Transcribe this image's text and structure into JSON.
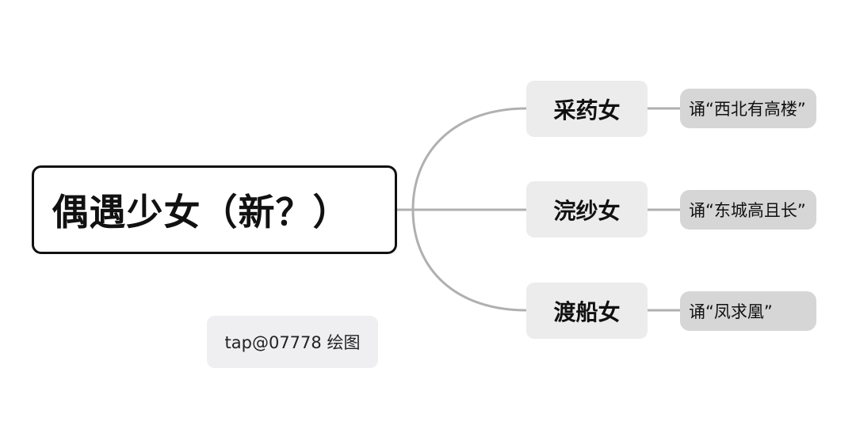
{
  "mindmap": {
    "root": {
      "text": "偶遇少女（新？）"
    },
    "branches": [
      {
        "label": "采药女",
        "leaf": "诵“西北有高楼”"
      },
      {
        "label": "浣纱女",
        "leaf": "诵“东城高且长”"
      },
      {
        "label": "渡船女",
        "leaf": "诵“凤求凰”"
      }
    ]
  },
  "credit": {
    "text": "tap@07778 绘图"
  },
  "colors": {
    "connector": "#b0b0b0",
    "root_border": "#111111",
    "branch_fill": "#ececec",
    "leaf_fill": "#d6d6d6",
    "credit_fill": "#efeef0"
  }
}
